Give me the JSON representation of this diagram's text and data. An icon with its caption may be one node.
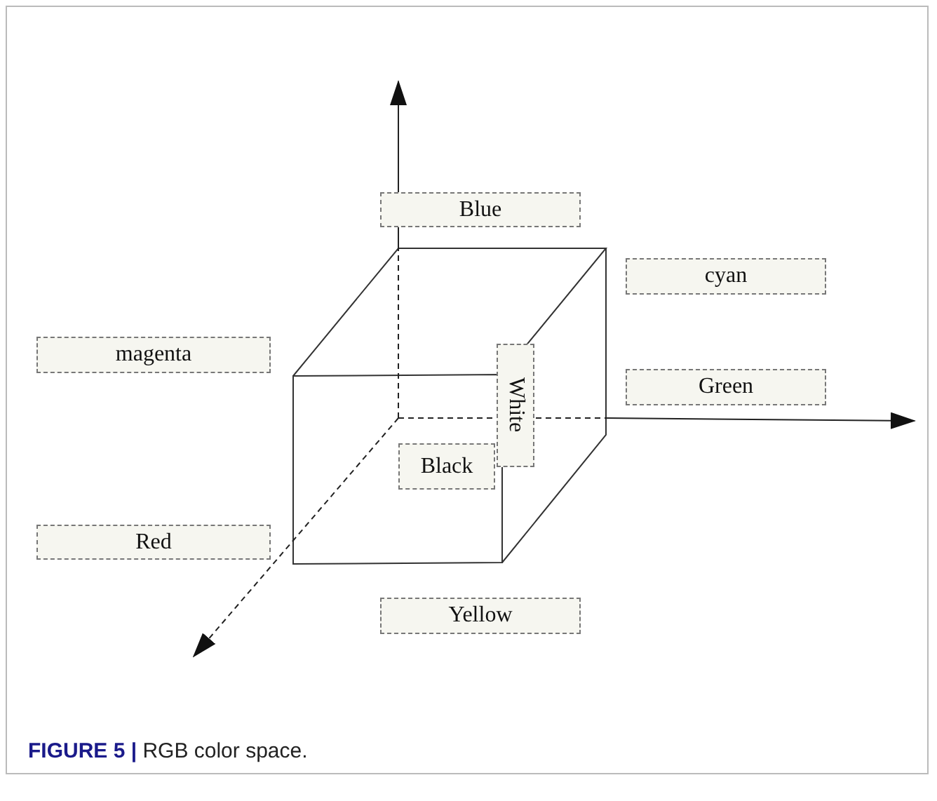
{
  "diagram": {
    "caption": "**FIGURE 5 |** RGB color space.",
    "nodes": [
      {
        "text": [
          "Blue"
        ]
      },
      {
        "text": [
          "cyan"
        ]
      },
      {
        "text": [
          "magenta"
        ]
      },
      {
        "text": [
          "Green"
        ]
      },
      {
        "text": [
          "White"
        ]
      },
      {
        "text": [
          "Black"
        ]
      },
      {
        "text": [
          "Red"
        ]
      },
      {
        "text": [
          "Yellow"
        ]
      }
    ]
  }
}
